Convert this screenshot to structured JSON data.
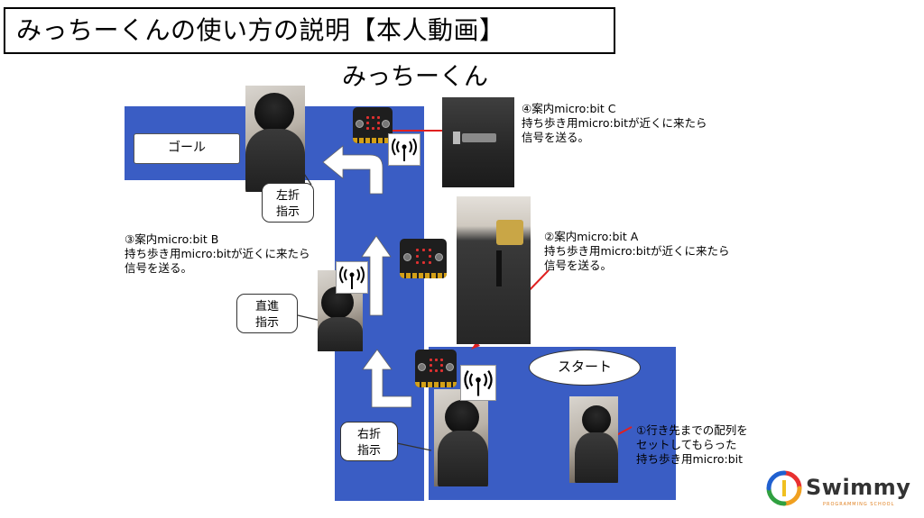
{
  "title": "みっちーくんの使い方の説明【本人動画】",
  "subtitle": "みっちーくん",
  "labels": {
    "goal": "ゴール",
    "start": "スタート"
  },
  "callouts": {
    "left_turn": [
      "左折",
      "指示"
    ],
    "straight": [
      "直進",
      "指示"
    ],
    "right_turn": [
      "右折",
      "指示"
    ]
  },
  "notes": {
    "c": [
      "④案内micro:bit C",
      "持ち歩き用micro:bitが近くに来たら",
      "信号を送る。"
    ],
    "b": [
      "③案内micro:bit B",
      "持ち歩き用micro:bitが近くに来たら",
      "信号を送る。"
    ],
    "a": [
      "②案内micro:bit A",
      "持ち歩き用micro:bitが近くに来たら",
      "信号を送る。"
    ],
    "portable": [
      "①行き先までの配列を",
      "セットしてもらった",
      "持ち歩き用micro:bit"
    ]
  },
  "logo": {
    "name": "Swimmy",
    "tagline": "PROGRAMMING SCHOOL"
  },
  "colors": {
    "floor": "#3a5dc4",
    "pointer": "#e02020",
    "arrow": "#ffffff"
  },
  "icons": [
    "microbit-icon",
    "signal-icon",
    "arrow-icon",
    "scroll-icon",
    "swimmy-logo-icon"
  ]
}
